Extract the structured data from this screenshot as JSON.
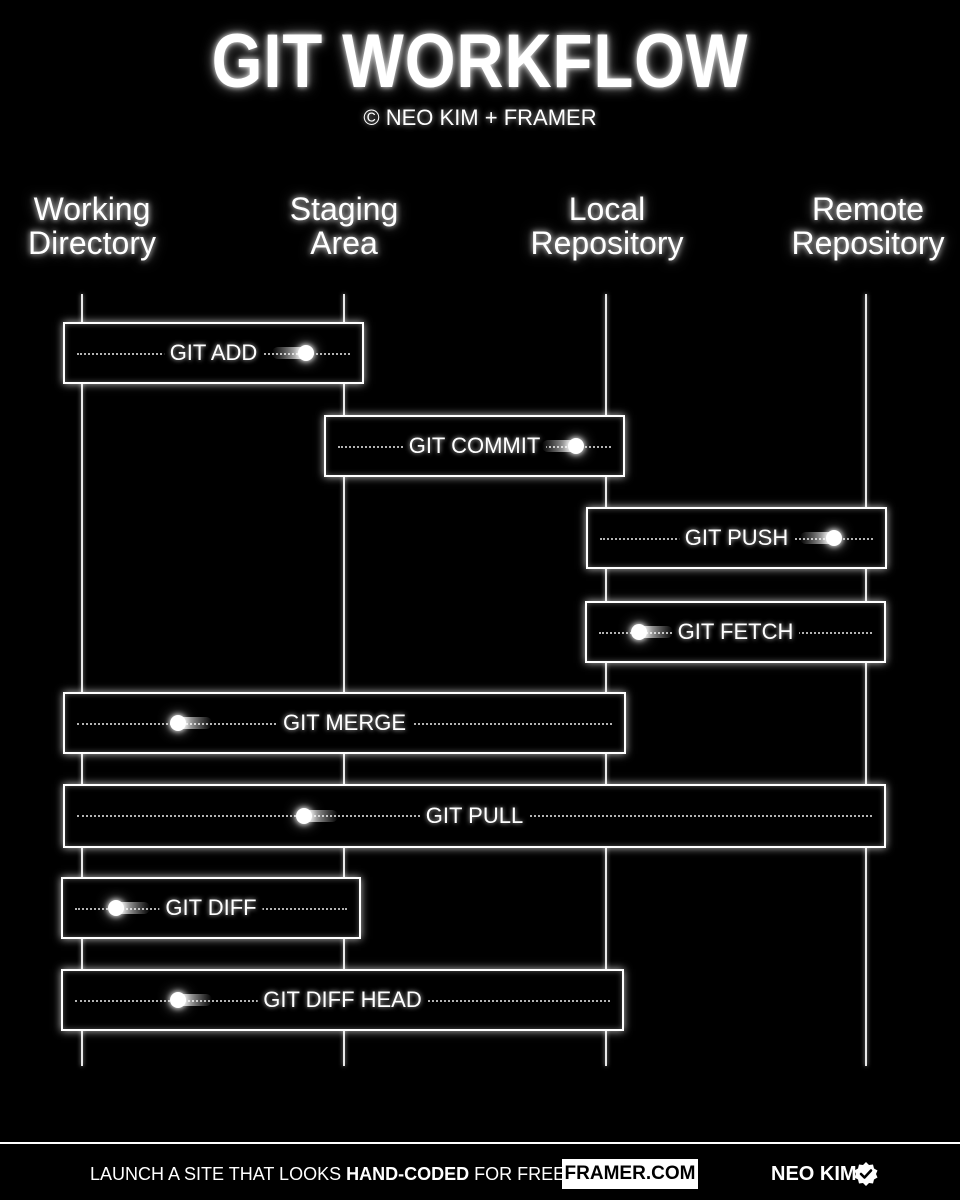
{
  "header": {
    "title": "GIT WORKFLOW",
    "subtitle": "© NEO KIM + FRAMER"
  },
  "columns": [
    {
      "line1": "Working",
      "line2": "Directory"
    },
    {
      "line1": "Staging",
      "line2": "Area"
    },
    {
      "line1": "Local",
      "line2": "Repository"
    },
    {
      "line1": "Remote",
      "line2": "Repository"
    }
  ],
  "commands": [
    {
      "label": "GIT ADD",
      "from": "Working Directory",
      "to": "Staging Area",
      "direction": "right"
    },
    {
      "label": "GIT COMMIT",
      "from": "Staging Area",
      "to": "Local Repository",
      "direction": "right"
    },
    {
      "label": "GIT PUSH",
      "from": "Local Repository",
      "to": "Remote Repository",
      "direction": "right"
    },
    {
      "label": "GIT FETCH",
      "from": "Remote Repository",
      "to": "Local Repository",
      "direction": "left"
    },
    {
      "label": "GIT MERGE",
      "from": "Local Repository",
      "to": "Working Directory",
      "direction": "left"
    },
    {
      "label": "GIT PULL",
      "from": "Remote Repository",
      "to": "Working Directory",
      "direction": "left"
    },
    {
      "label": "GIT DIFF",
      "from": "Staging Area",
      "to": "Working Directory",
      "direction": "left"
    },
    {
      "label": "GIT DIFF HEAD",
      "from": "Local Repository",
      "to": "Working Directory",
      "direction": "left"
    }
  ],
  "footer": {
    "cta_prefix": "LAUNCH A SITE THAT LOOKS ",
    "cta_bold": "HAND-CODED",
    "cta_suffix": " FOR FREE:",
    "site": "FRAMER.COM",
    "author": "NEO KIM",
    "badge_icon": "verified-badge-icon"
  },
  "colors": {
    "background": "#000000",
    "foreground": "#ffffff"
  }
}
